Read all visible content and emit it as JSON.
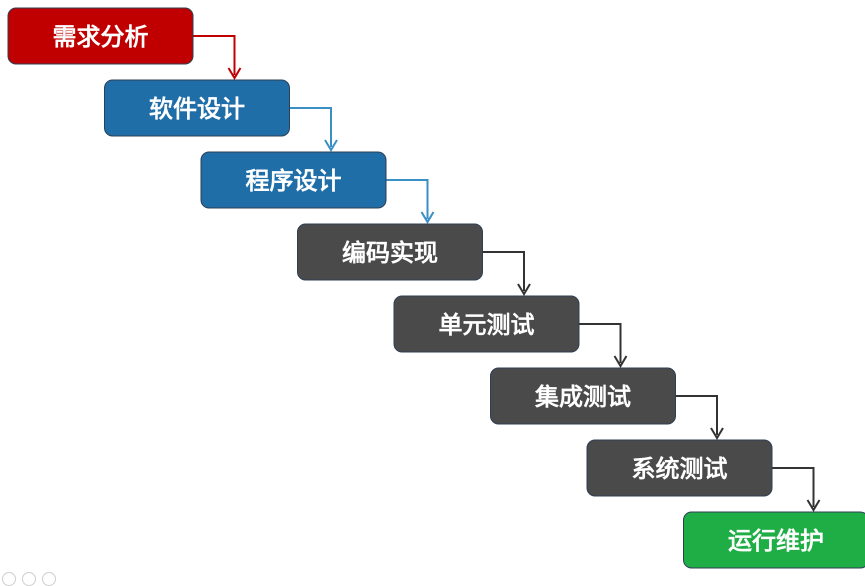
{
  "diagram": {
    "stages": [
      {
        "label": "需求分析",
        "color": "#c00000"
      },
      {
        "label": "软件设计",
        "color": "#1f6ea8"
      },
      {
        "label": "程序设计",
        "color": "#1f6ea8"
      },
      {
        "label": "编码实现",
        "color": "#4a4a4a"
      },
      {
        "label": "单元测试",
        "color": "#4a4a4a"
      },
      {
        "label": "集成测试",
        "color": "#4a4a4a"
      },
      {
        "label": "系统测试",
        "color": "#4a4a4a"
      },
      {
        "label": "运行维护",
        "color": "#1fae45"
      }
    ],
    "connector_colors": [
      "#c00000",
      "#3a8fc4",
      "#3a8fc4",
      "#333333",
      "#333333",
      "#333333",
      "#333333"
    ]
  }
}
